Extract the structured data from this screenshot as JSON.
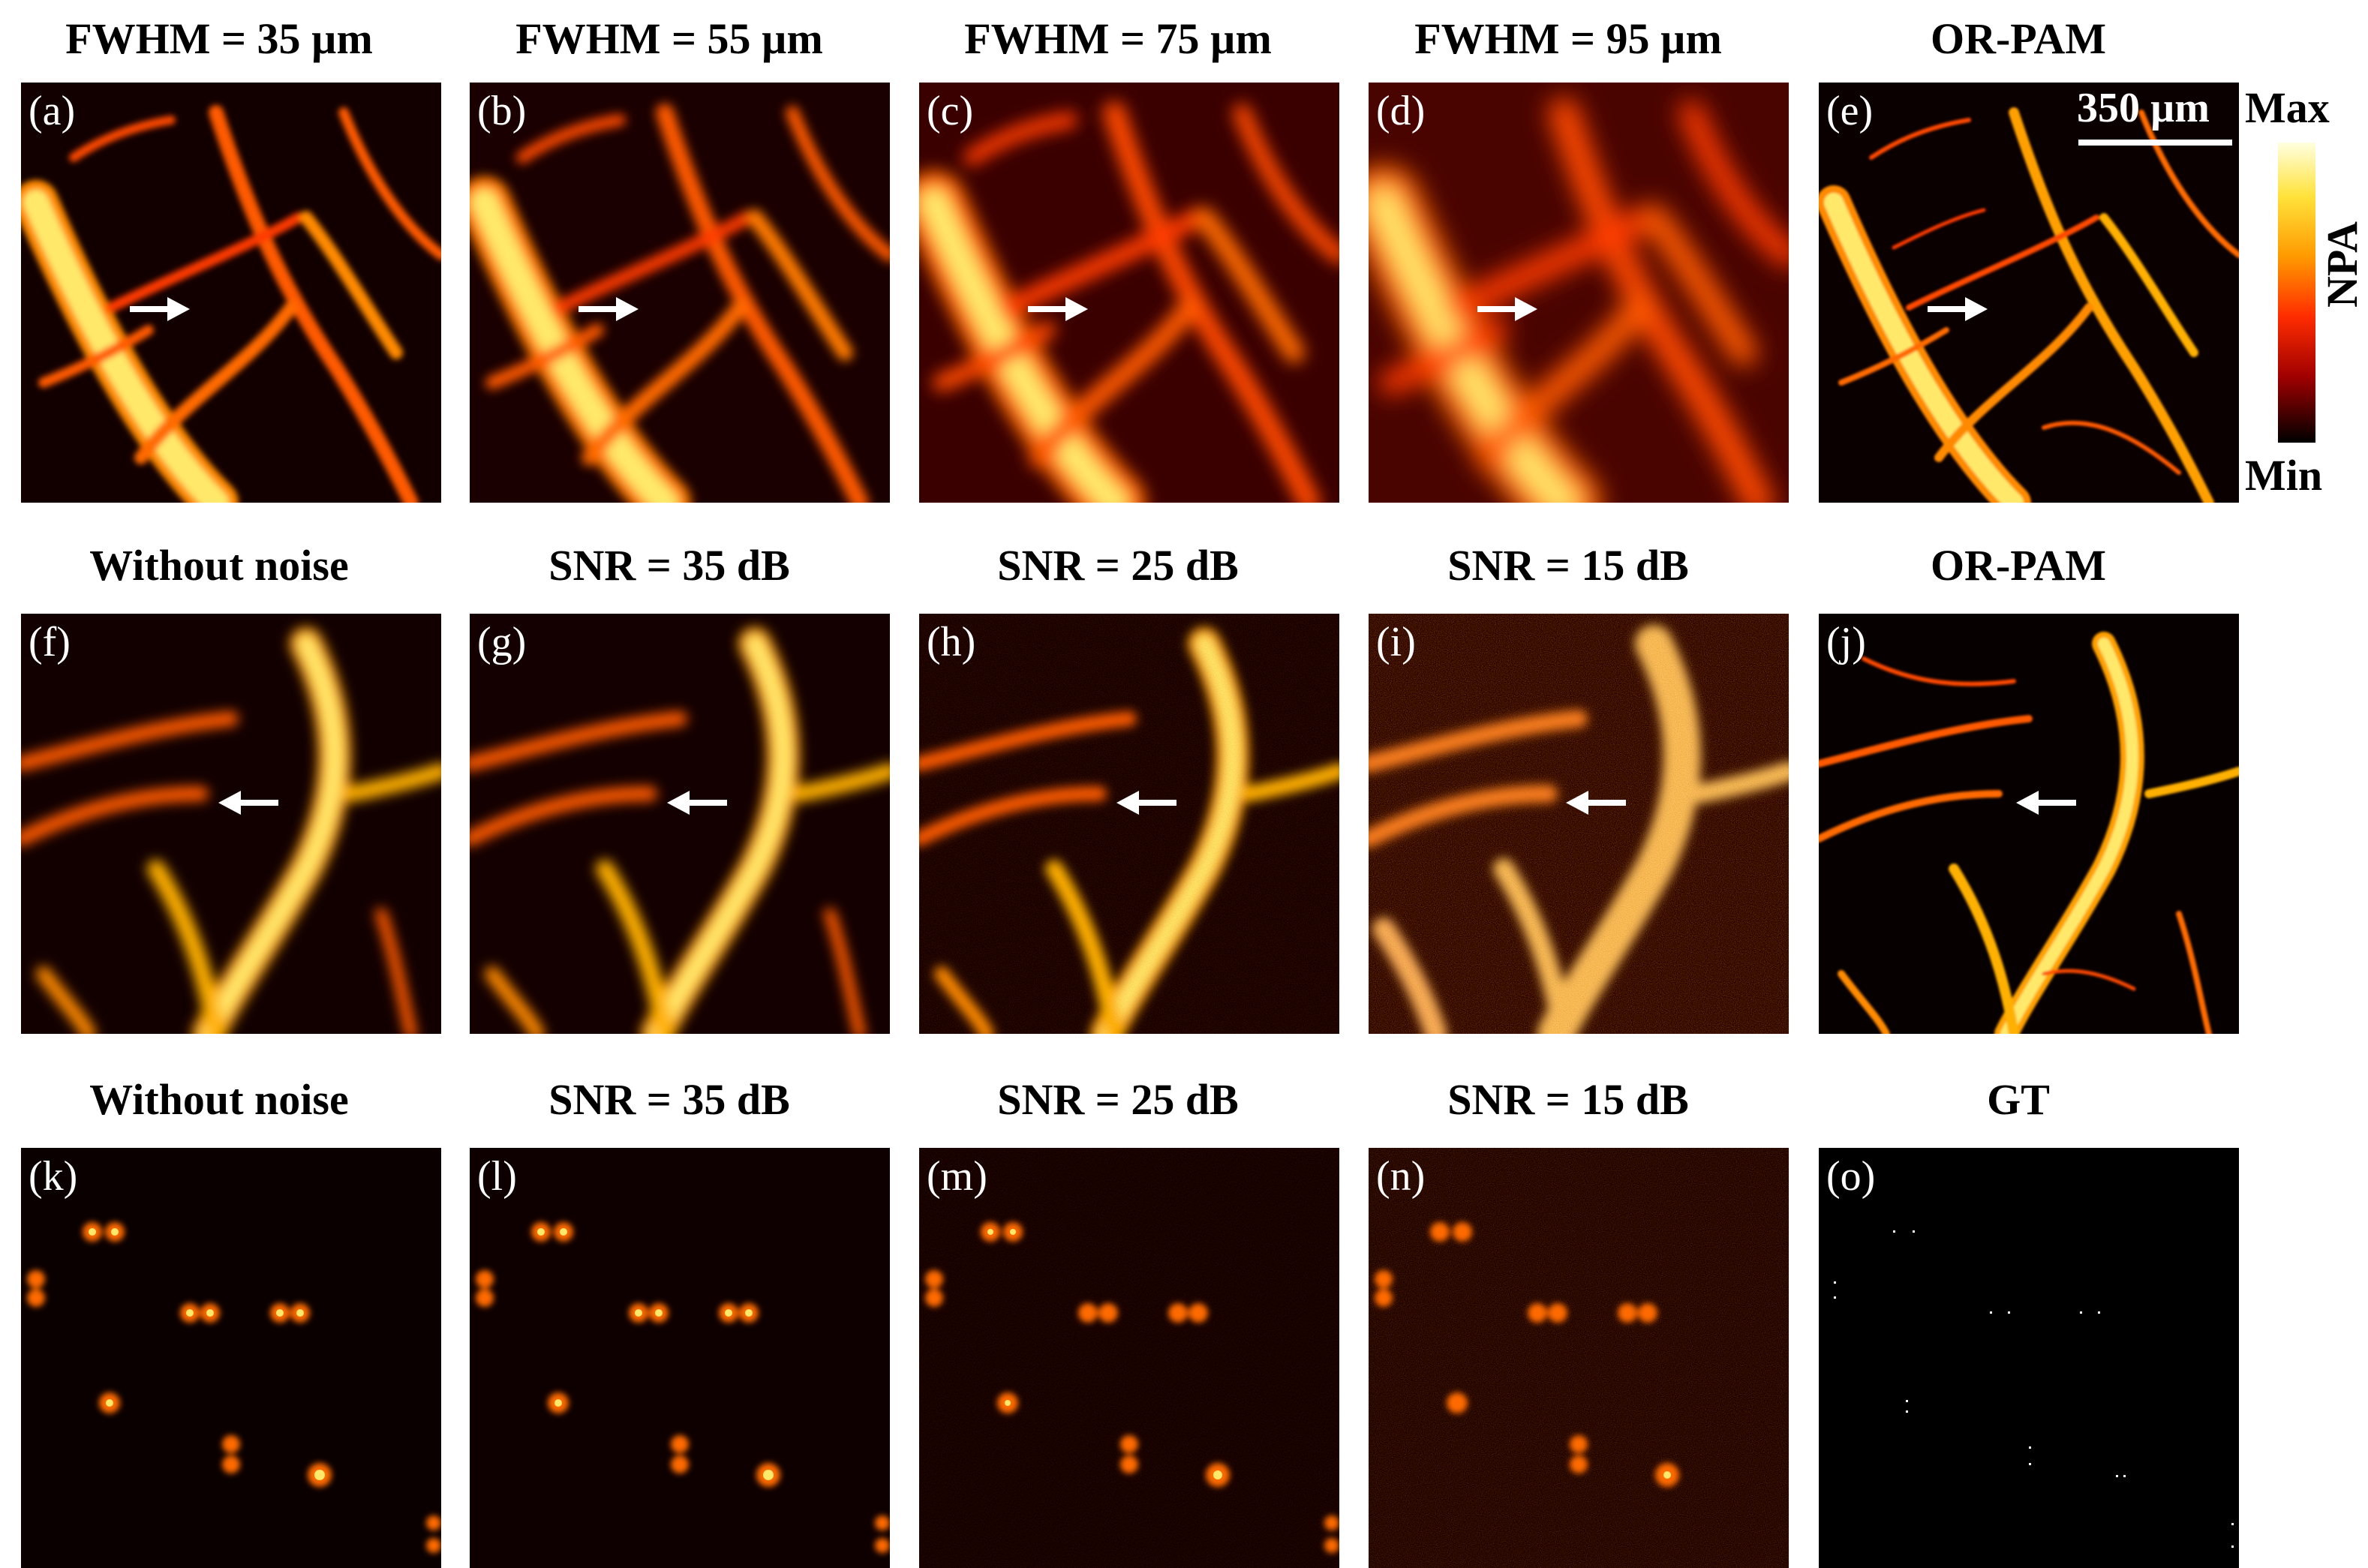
{
  "rows": [
    {
      "panels": [
        {
          "title": "FWHM = 35 µm",
          "label": "(a)"
        },
        {
          "title": "FWHM = 55 µm",
          "label": "(b)"
        },
        {
          "title": "FWHM = 75 µm",
          "label": "(c)"
        },
        {
          "title": "FWHM = 95 µm",
          "label": "(d)"
        },
        {
          "title": "OR-PAM",
          "label": "(e)"
        }
      ]
    },
    {
      "panels": [
        {
          "title": "Without noise",
          "label": "(f)"
        },
        {
          "title": "SNR = 35 dB",
          "label": "(g)"
        },
        {
          "title": "SNR = 25 dB",
          "label": "(h)"
        },
        {
          "title": "SNR = 15 dB",
          "label": "(i)"
        },
        {
          "title": "OR-PAM",
          "label": "(j)"
        }
      ]
    },
    {
      "panels": [
        {
          "title": "Without noise",
          "label": "(k)"
        },
        {
          "title": "SNR = 35 dB",
          "label": "(l)"
        },
        {
          "title": "SNR = 25 dB",
          "label": "(m)"
        },
        {
          "title": "SNR = 15 dB",
          "label": "(n)"
        },
        {
          "title": "GT",
          "label": "(o)"
        }
      ]
    }
  ],
  "colorbar": {
    "max_label": "Max",
    "min_label": "Min",
    "axis_label": "NPA"
  },
  "scale_bar": {
    "label": "350 µm"
  },
  "colors": {
    "vessel_hot": "#ffe86a",
    "vessel_mid": "#ff5a00",
    "background": "#0a0000",
    "annotation": "#ffffff"
  }
}
